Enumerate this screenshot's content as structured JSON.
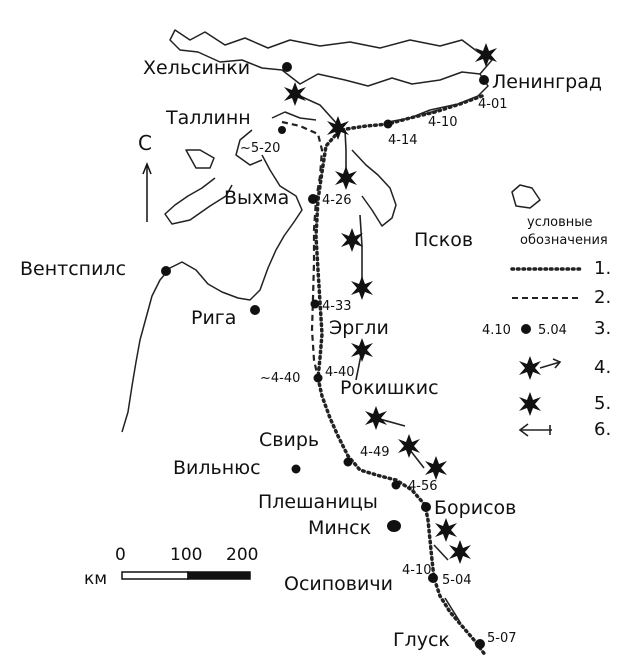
{
  "map": {
    "north_label": "С",
    "cities": {
      "helsinki": "Хельсинки",
      "leningrad": "Ленинград",
      "tallinn": "Таллинн",
      "vyhma": "Выхма",
      "ventspils": "Вентспилс",
      "riga": "Рига",
      "pskov": "Псков",
      "ergli": "Эргли",
      "rokiskis": "Рокишкис",
      "svir": "Свирь",
      "vilnius": "Вильнюс",
      "pleshanitsy": "Плешаницы",
      "borisov": "Борисов",
      "minsk": "Минск",
      "osipovichi": "Осиповичи",
      "glusk": "Глуск"
    },
    "codes": {
      "c401": "4-01",
      "c410top": "4-10",
      "c414": "4-14",
      "c520": "~5-20",
      "c426": "4-26",
      "c433": "4-33",
      "c440a": "~4-40",
      "c440b": "4-40",
      "c449": "4-49",
      "c456": "4-56",
      "c410low": "4-10",
      "c504": "5-04",
      "c507": "5-07"
    },
    "legend": {
      "title_line1": "условные",
      "title_line2": "обозначения",
      "n1": "1.",
      "n2": "2.",
      "n3": "3.",
      "n4": "4.",
      "n5": "5.",
      "n6": "6.",
      "left_value": "4.10",
      "right_value": "5.04"
    },
    "scale": {
      "t0": "0",
      "t100": "100",
      "t200": "200",
      "unit": "км"
    }
  }
}
